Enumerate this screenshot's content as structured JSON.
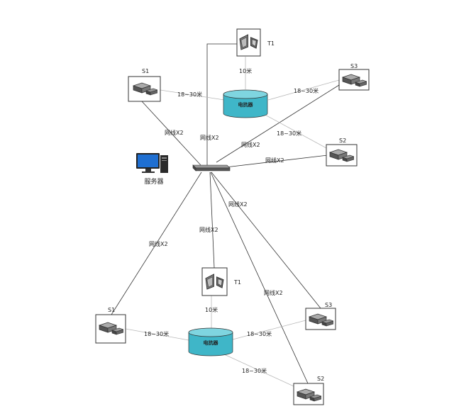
{
  "network_label": "网线X2",
  "distance_label": "18~30米",
  "short_distance_label": "10米",
  "server": {
    "label": "服务器"
  },
  "upper_group": {
    "t": "T1",
    "s1": "S1",
    "s2": "S2",
    "s3": "S3",
    "cylinder": "电抗器"
  },
  "lower_group": {
    "t": "T1",
    "s1": "S1",
    "s2": "S2",
    "s3": "S3",
    "cylinder": "电抗器"
  },
  "colors": {
    "cylinder_fill": "#3fb6c8",
    "cylinder_top": "#7fd5e0",
    "switch": "#555555",
    "monitor": "#1f6fd1"
  }
}
